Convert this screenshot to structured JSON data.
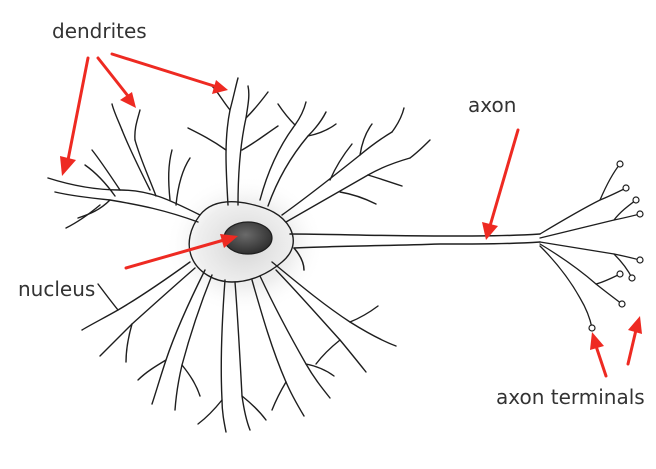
{
  "labels": {
    "dendrites": "dendrites",
    "axon": "axon",
    "nucleus": "nucleus",
    "axon_terminals": "axon terminals"
  },
  "colors": {
    "arrow": "#ee2a22",
    "outline": "#1e1e1e",
    "body_shade": "#d6d6d6",
    "nucleus_fill": "#4a4a4a",
    "text": "#333333"
  }
}
